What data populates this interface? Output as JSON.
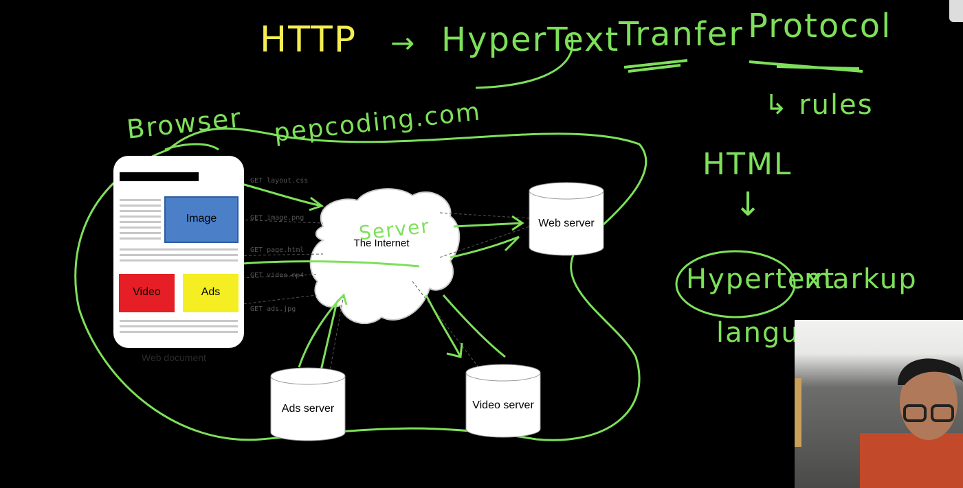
{
  "annotations": {
    "http": "HTTP",
    "arrow_right": "→",
    "hypertext": "HyperText",
    "transfer": "Tranfer",
    "protocol": "Protocol",
    "rules": "↳ rules",
    "browser": "Browser",
    "domain": "pepcoding.com",
    "html": "HTML",
    "arrow_down": "↓",
    "hypertext2": "Hypertext",
    "markup": "markup",
    "language": "languag",
    "server": "Server"
  },
  "diagram": {
    "document_caption": "Web document",
    "image_label": "Image",
    "video_label": "Video",
    "ads_label": "Ads",
    "internet_label": "The Internet",
    "web_server": "Web server",
    "ads_server": "Ads server",
    "video_server": "Video server",
    "requests": [
      "GET layout.css",
      "GET image.png",
      "GET page.html",
      "GET video.mp4",
      "GET ads.jpg"
    ]
  },
  "colors": {
    "chalk_green": "#7ee05a",
    "chalk_yellow": "#f4ee52",
    "image_blue": "#4b7fc8",
    "video_red": "#e61e25",
    "ads_yellow": "#f4ee22"
  }
}
